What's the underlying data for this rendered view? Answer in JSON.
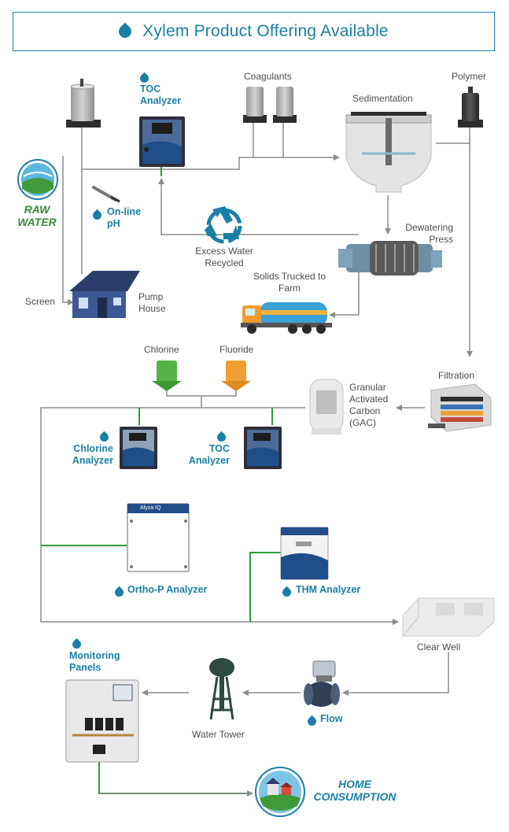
{
  "header": {
    "title": "Xylem Product Offering Available"
  },
  "labels": {
    "raw_water": "RAW WATER",
    "toc_top": "TOC Analyzer",
    "online_ph": "On-line pH",
    "coagulants": "Coagulants",
    "sedimentation": "Sedimentation",
    "polymer": "Polymer",
    "excess_water": "Excess Water Recycled",
    "dewatering": "Dewatering Press",
    "solids": "Solids Trucked to Farm",
    "screen": "Screen",
    "pump_house": "Pump House",
    "chlorine": "Chlorine",
    "fluoride": "Fluoride",
    "filtration": "Filtration",
    "gac": "Granular Activated Carbon (GAC)",
    "chlorine_analyzer": "Chlorine Analyzer",
    "toc_mid": "TOC Analyzer",
    "orthop": "Ortho-P Analyzer",
    "thm": "THM Analyzer",
    "alyza": "Alyza IQ",
    "clear_well": "Clear Well",
    "monitoring": "Monitoring Panels",
    "water_tower": "Water Tower",
    "flow": "Flow",
    "home": "HOME CONSUMPTION"
  },
  "colors": {
    "brand_blue": "#1a7fa6",
    "pipe_gray": "#8c8c8c",
    "signal_green": "#2e9a3c"
  }
}
